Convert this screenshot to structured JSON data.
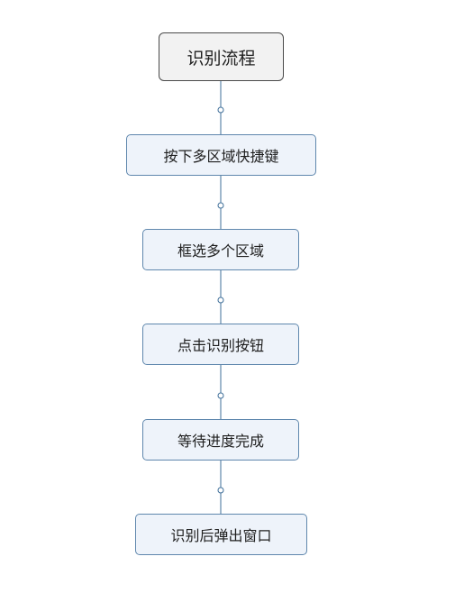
{
  "diagram": {
    "root": {
      "label": "识别流程"
    },
    "steps": [
      {
        "label": "按下多区域快捷键"
      },
      {
        "label": "框选多个区域"
      },
      {
        "label": "点击识别按钮"
      },
      {
        "label": "等待进度完成"
      },
      {
        "label": "识别后弹出窗口"
      }
    ]
  },
  "colors": {
    "connector": "#3f6f99",
    "step_fill": "#eef3fa",
    "step_border": "#5f87ad",
    "root_fill": "#f2f2f2",
    "root_border": "#4a4a4a"
  }
}
